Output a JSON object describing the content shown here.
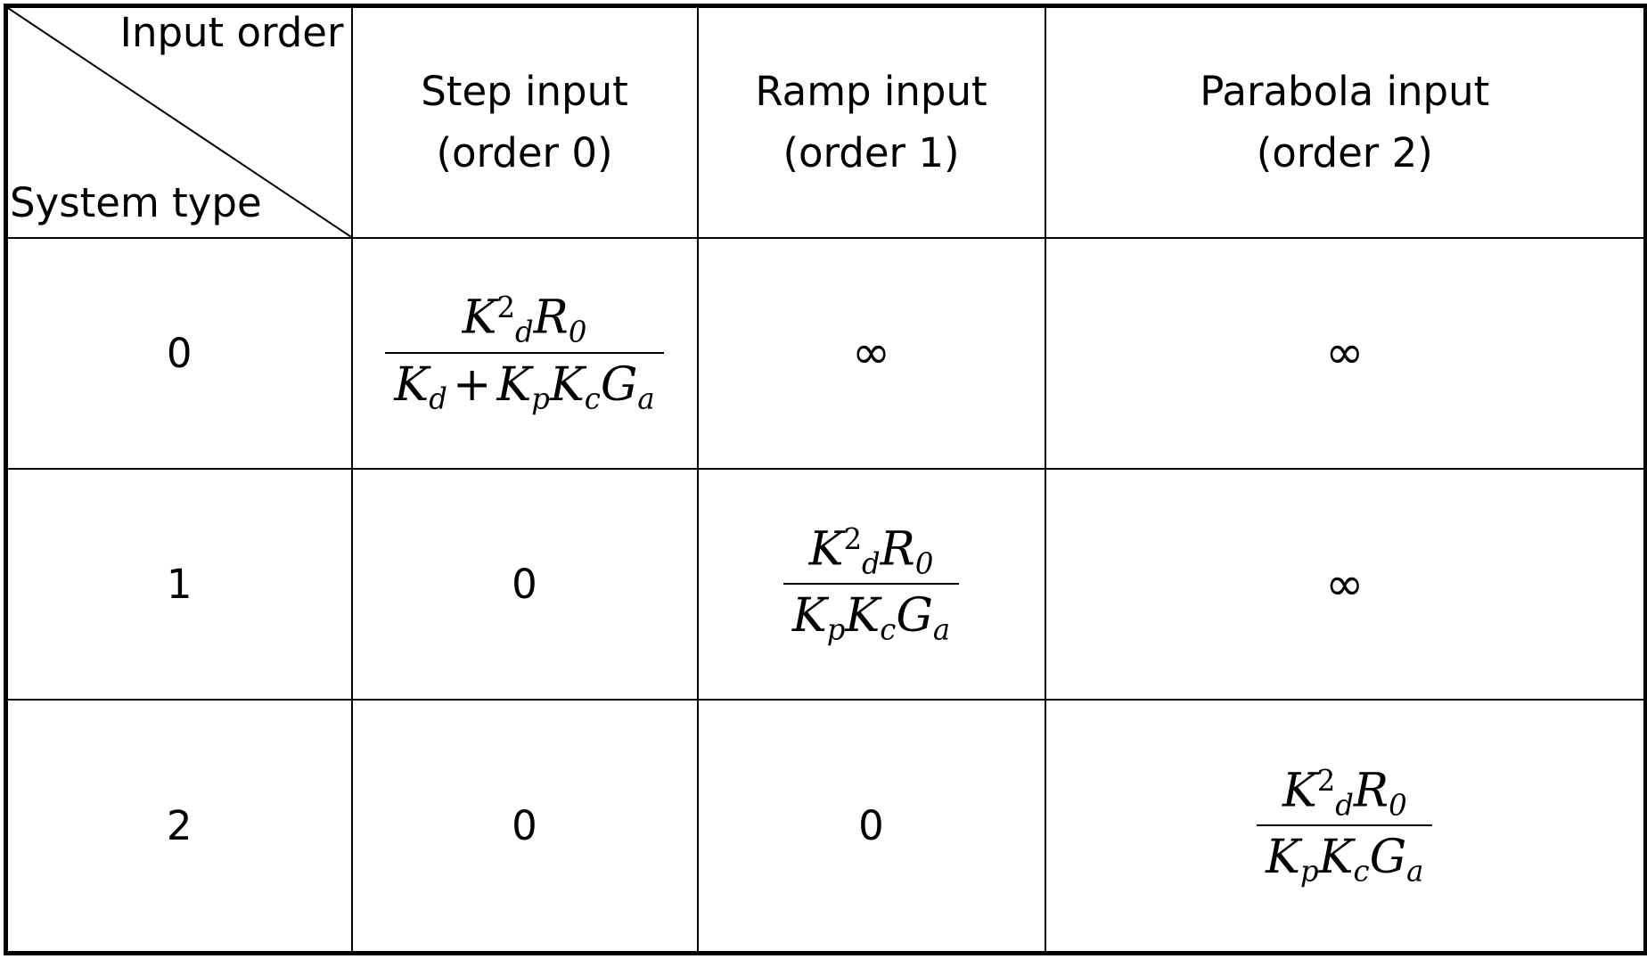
{
  "table": {
    "corner": {
      "top_right_label": "Input order",
      "bottom_left_label": "System type"
    },
    "columns": [
      {
        "name": "row-header",
        "line1": "",
        "line2": ""
      },
      {
        "name": "step-input",
        "line1": "Step input",
        "line2": "(order 0)"
      },
      {
        "name": "ramp-input",
        "line1": "Ramp input",
        "line2": "(order 1)"
      },
      {
        "name": "parabola-input",
        "line1": "Parabola input",
        "line2": "(order 2)"
      }
    ],
    "rows": [
      {
        "system_type": "0",
        "cells": [
          {
            "kind": "fraction",
            "numerator": "K_d^2 R_0",
            "denominator": "K_d + K_p K_c G_a",
            "text": "K_d^2 R_0 / (K_d + K_p K_c G_a)"
          },
          {
            "kind": "symbol",
            "text": "∞"
          },
          {
            "kind": "symbol",
            "text": "∞"
          }
        ]
      },
      {
        "system_type": "1",
        "cells": [
          {
            "kind": "number",
            "text": "0"
          },
          {
            "kind": "fraction",
            "numerator": "K_d^2 R_0",
            "denominator": "K_p K_c G_a",
            "text": "K_d^2 R_0 / (K_p K_c G_a)"
          },
          {
            "kind": "symbol",
            "text": "∞"
          }
        ]
      },
      {
        "system_type": "2",
        "cells": [
          {
            "kind": "number",
            "text": "0"
          },
          {
            "kind": "number",
            "text": "0"
          },
          {
            "kind": "fraction",
            "numerator": "K_d^2 R_0",
            "denominator": "K_p K_c G_a",
            "text": "K_d^2 R_0 / (K_p K_c G_a)"
          }
        ]
      }
    ],
    "math_symbols": {
      "K": "K",
      "R": "R",
      "G": "G",
      "sub_d": "d",
      "sub_p": "p",
      "sub_c": "c",
      "sub_a": "a",
      "sub_0": "0",
      "sup_2": "2",
      "plus": "+",
      "infinity": "∞"
    },
    "colors": {
      "background": "#ffffff",
      "text": "#000000",
      "border": "#000000"
    }
  }
}
